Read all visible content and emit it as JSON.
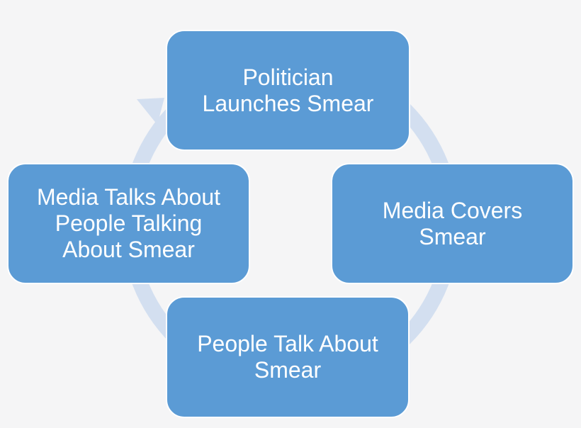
{
  "colors": {
    "background": "#f5f5f6",
    "node_fill": "#5b9bd5",
    "node_border": "#ffffff",
    "node_text": "#ffffff",
    "cycle_arrow": "#d3dff0"
  },
  "diagram": {
    "nodes": {
      "top": "Politician\nLaunches Smear",
      "right": "Media Covers\nSmear",
      "bottom": "People Talk About\nSmear",
      "left": "Media Talks About\nPeople Talking\nAbout Smear"
    }
  }
}
